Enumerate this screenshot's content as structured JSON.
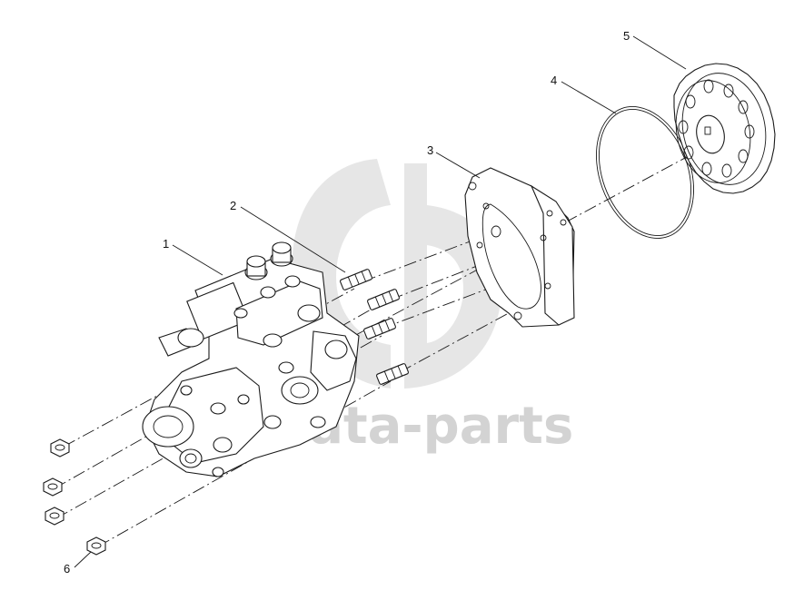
{
  "watermark": {
    "text": "data-parts",
    "color": "#c9c9c9"
  },
  "callouts": [
    {
      "id": "1",
      "label": "1"
    },
    {
      "id": "2",
      "label": "2"
    },
    {
      "id": "3",
      "label": "3"
    },
    {
      "id": "4",
      "label": "4"
    },
    {
      "id": "5",
      "label": "5"
    },
    {
      "id": "6",
      "label": "6"
    }
  ],
  "colors": {
    "line": "#1a1a1a",
    "background": "#ffffff"
  }
}
